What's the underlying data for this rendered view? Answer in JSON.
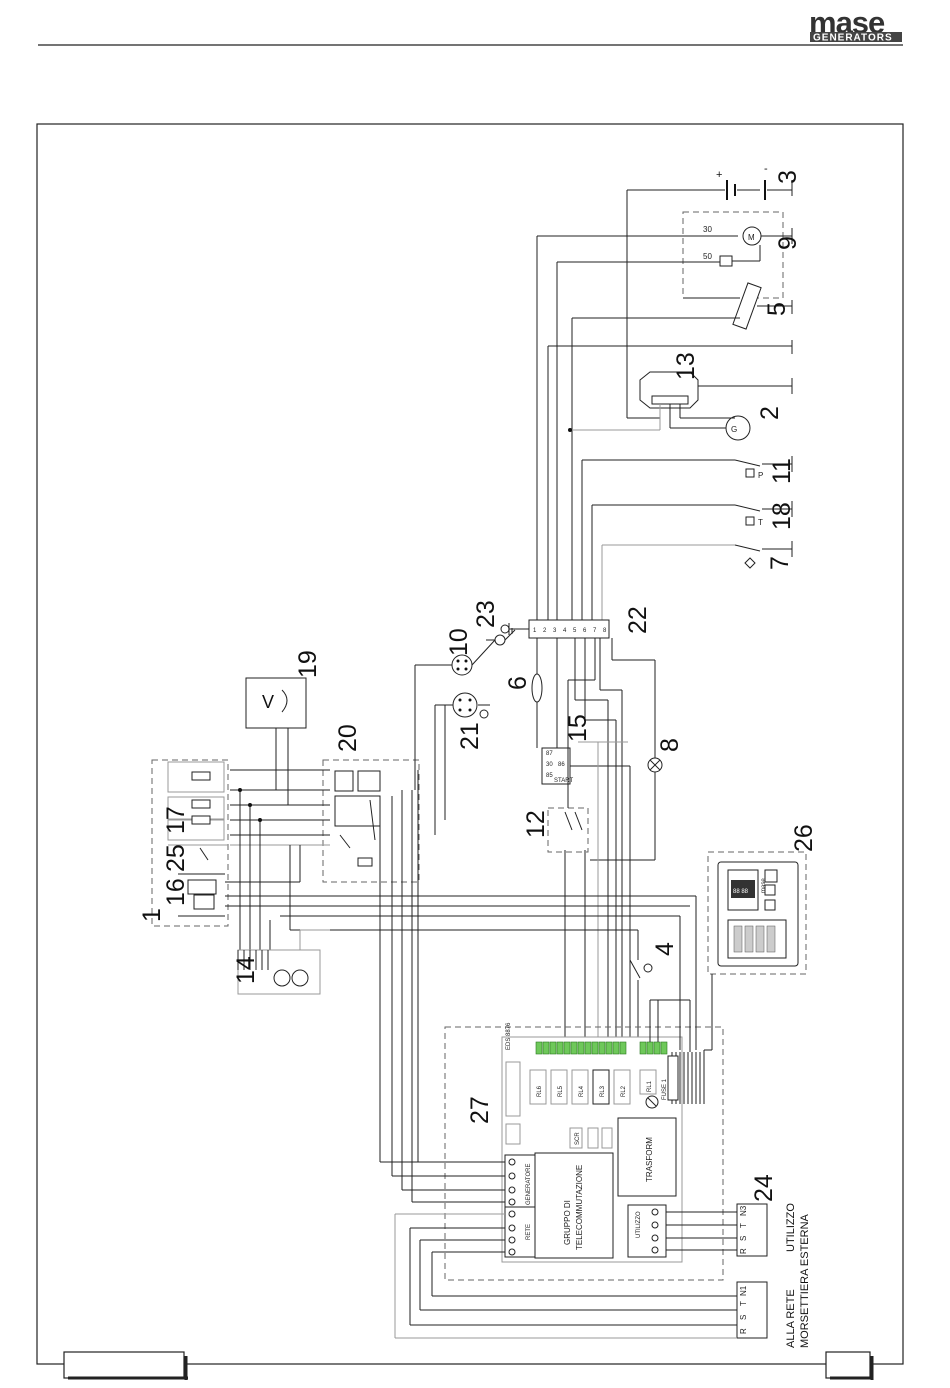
{
  "header": {
    "logo_main": "mase",
    "logo_sub": "GENERATORS"
  },
  "components": [
    {
      "id": "1",
      "label": "1"
    },
    {
      "id": "2",
      "label": "2"
    },
    {
      "id": "3",
      "label": "3"
    },
    {
      "id": "4",
      "label": "4"
    },
    {
      "id": "5",
      "label": "5"
    },
    {
      "id": "6",
      "label": "6"
    },
    {
      "id": "7",
      "label": "7"
    },
    {
      "id": "8",
      "label": "8"
    },
    {
      "id": "9",
      "label": "9"
    },
    {
      "id": "10",
      "label": "10"
    },
    {
      "id": "11",
      "label": "11"
    },
    {
      "id": "12",
      "label": "12"
    },
    {
      "id": "13",
      "label": "13"
    },
    {
      "id": "14",
      "label": "14"
    },
    {
      "id": "15",
      "label": "15"
    },
    {
      "id": "16",
      "label": "16"
    },
    {
      "id": "17",
      "label": "17"
    },
    {
      "id": "18",
      "label": "18"
    },
    {
      "id": "19",
      "label": "19"
    },
    {
      "id": "20",
      "label": "20"
    },
    {
      "id": "21",
      "label": "21"
    },
    {
      "id": "22",
      "label": "22"
    },
    {
      "id": "23",
      "label": "23"
    },
    {
      "id": "24",
      "label": "24"
    },
    {
      "id": "25",
      "label": "25"
    },
    {
      "id": "26",
      "label": "26"
    },
    {
      "id": "27",
      "label": "27"
    }
  ],
  "starter": {
    "terminal_30": "30",
    "terminal_50": "50",
    "motor": "M"
  },
  "battery": {
    "plus": "+",
    "minus": "-"
  },
  "generator_symbol": "G",
  "voltmeter_symbol": "V",
  "pressure_symbol": "P",
  "temperature_symbol": "T",
  "relay_15": {
    "pin_30": "30",
    "pin_87": "87",
    "pin_85": "85",
    "pin_86": "86",
    "text": "START"
  },
  "terminal_strip_22": [
    "1",
    "2",
    "3",
    "4",
    "5",
    "6",
    "7",
    "8"
  ],
  "board": {
    "relays": [
      "RL6",
      "RL5",
      "RL4",
      "RL3",
      "RL2",
      "RL1"
    ],
    "fuse": "FUSE 1",
    "transformer": "TRASFORM",
    "group_title_1": "GRUPPO DI",
    "group_title_2": "TELECOMMUTAZIONE",
    "generatore": "GENERATORE",
    "rete": "RETE",
    "utilizzo": "UTILIZZO",
    "small_chip": "SCR",
    "connector_label": "EDS 8876"
  },
  "terminal_utilizzo": {
    "pins": [
      "R",
      "S",
      "T",
      "N3"
    ],
    "label": "UTILIZZO"
  },
  "terminal_rete": {
    "pins": [
      "R",
      "S",
      "T",
      "N1"
    ],
    "label": "ALLA RETE"
  },
  "morsettiera_label": "MORSETTIERA ESTERNA",
  "panel_26": {
    "display": "88 88",
    "brand": "mase"
  }
}
